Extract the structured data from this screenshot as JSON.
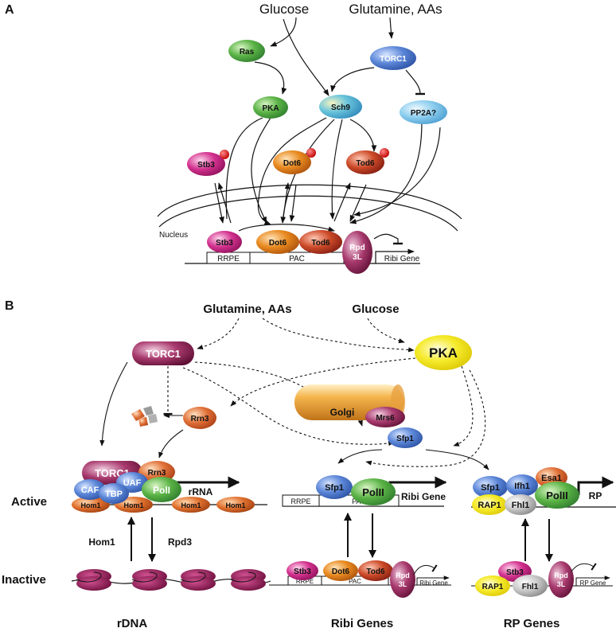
{
  "panel_a": {
    "label": "A",
    "inputs": {
      "glucose": "Glucose",
      "glutamine": "Glutamine, AAs"
    },
    "nodes": {
      "ras": "Ras",
      "torc1": "TORC1",
      "pka": "PKA",
      "sch9": "Sch9",
      "pp2a": "PP2A?",
      "stb3": "Stb3",
      "dot6": "Dot6",
      "tod6": "Tod6"
    },
    "nucleus_label": "Nucleus",
    "promoter": {
      "stb3": "Stb3",
      "dot6": "Dot6",
      "tod6": "Tod6",
      "rpd3l_line1": "Rpd",
      "rpd3l_line2": "3L",
      "rrpe": "RRPE",
      "pac": "PAC",
      "gene": "Ribi Gene"
    }
  },
  "panel_b": {
    "label": "B",
    "inputs": {
      "glutamine": "Glutamine, AAs",
      "glucose": "Glucose"
    },
    "nodes": {
      "torc1": "TORC1",
      "pka": "PKA",
      "rrn3": "Rrn3",
      "golgi": "Golgi",
      "mrs6": "Mrs6",
      "sfp1": "Sfp1"
    },
    "state_labels": {
      "active": "Active",
      "inactive": "Inactive"
    },
    "rdna": {
      "torc1": "TORC1",
      "rrn3": "Rrn3",
      "caf": "CAF",
      "uaf": "UAF",
      "tbp": "TBP",
      "poli": "PolI",
      "rrna": "rRNA",
      "hom1": "Hom1",
      "arrow_up": "Hom1",
      "arrow_down": "Rpd3",
      "title": "rDNA"
    },
    "ribi": {
      "sfp1": "Sfp1",
      "polii": "PolII",
      "gene": "Ribi Gene",
      "rrpe": "RRPE",
      "pac": "PAC",
      "stb3": "Stb3",
      "dot6": "Dot6",
      "tod6": "Tod6",
      "rpd_line1": "Rpd",
      "rpd_line2": "3L",
      "gene_small": "Ribi Gene",
      "title": "Ribi Genes"
    },
    "rp": {
      "sfp1": "Sfp1",
      "ifh1": "Ifh1",
      "esa1": "Esa1",
      "rap1": "RAP1",
      "fhl1": "Fhl1",
      "polii": "PolII",
      "gene": "RP",
      "stb3": "Stb3",
      "rpd_line1": "Rpd",
      "rpd_line2": "3L",
      "gene_small": "RP Gene",
      "title": "RP Genes"
    }
  },
  "colors": {
    "green": "#3f9a3a",
    "blue": "#4a78c8",
    "lightblue": "#7ec2e8",
    "magenta": "#c41a7e",
    "orange": "#e07a1a",
    "red": "#b32020",
    "maroon": "#8a1848",
    "yellow": "#f2e21a",
    "golgi": "#f0a030",
    "phospho": "#cc0000",
    "gray": "#a0a0a0"
  }
}
